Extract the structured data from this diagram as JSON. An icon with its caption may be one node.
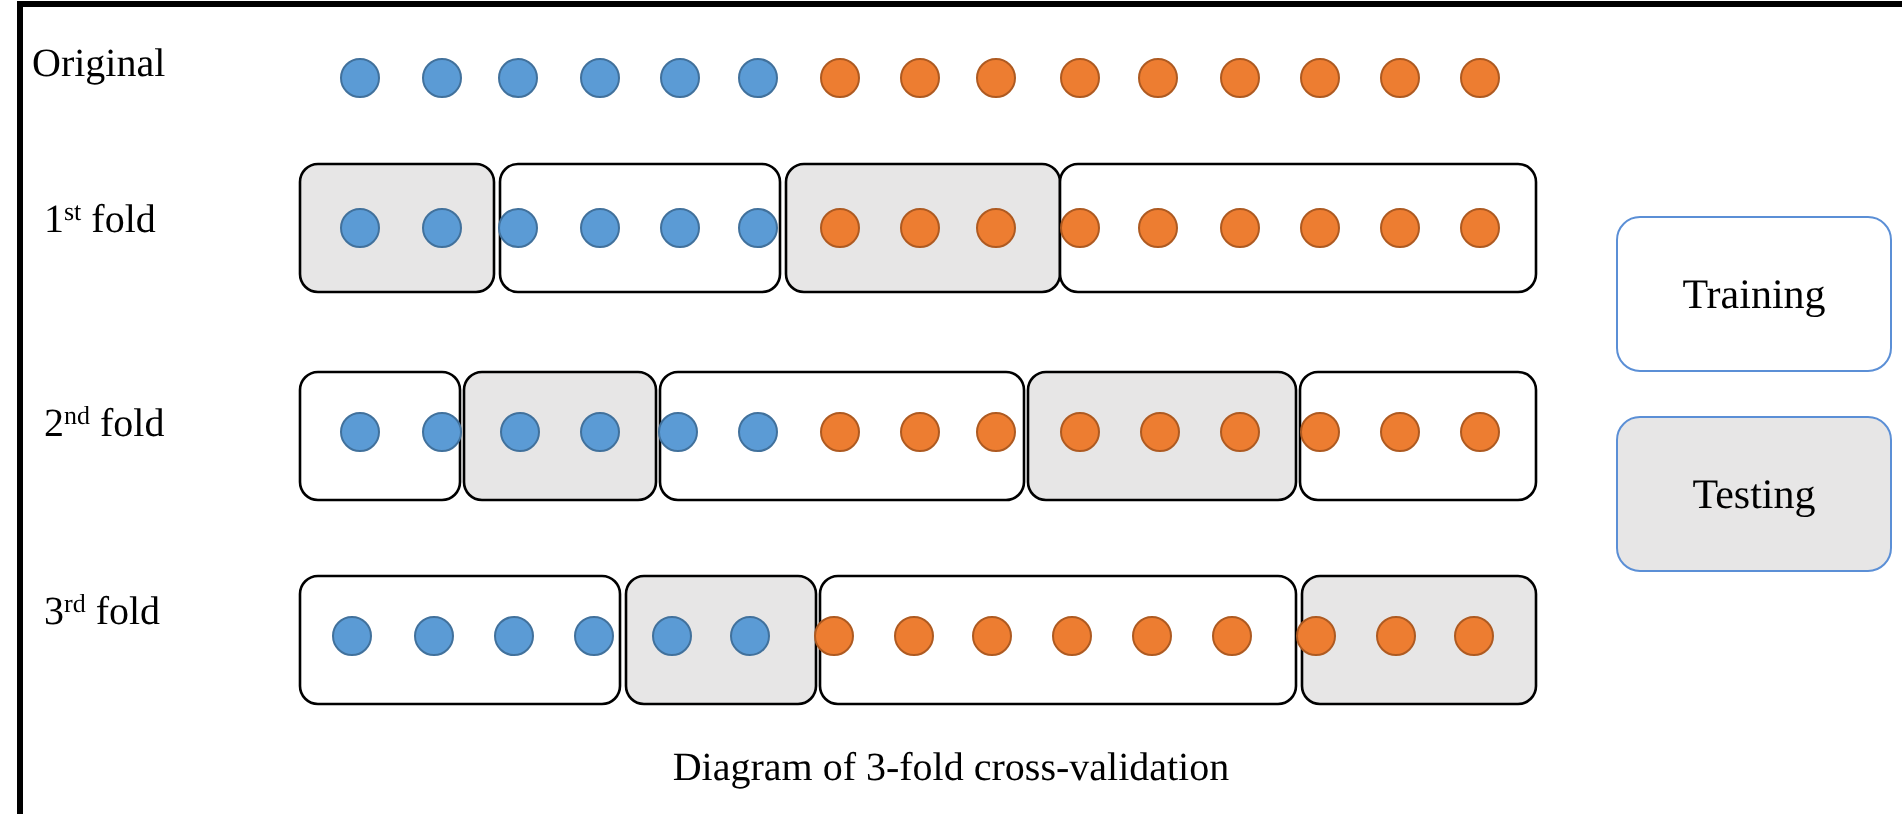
{
  "diagram": {
    "caption": "Diagram of 3-fold cross-validation",
    "labels": [
      "Original",
      "1$^{st}$ fold",
      "2$^{nd}$ fold",
      "3$^{rd}$ fold"
    ],
    "legend": [
      {
        "text": "Training",
        "color": "#ffffff"
      },
      {
        "text": "Testing",
        "color": "#e7e6e6"
      }
    ]
  }
}
